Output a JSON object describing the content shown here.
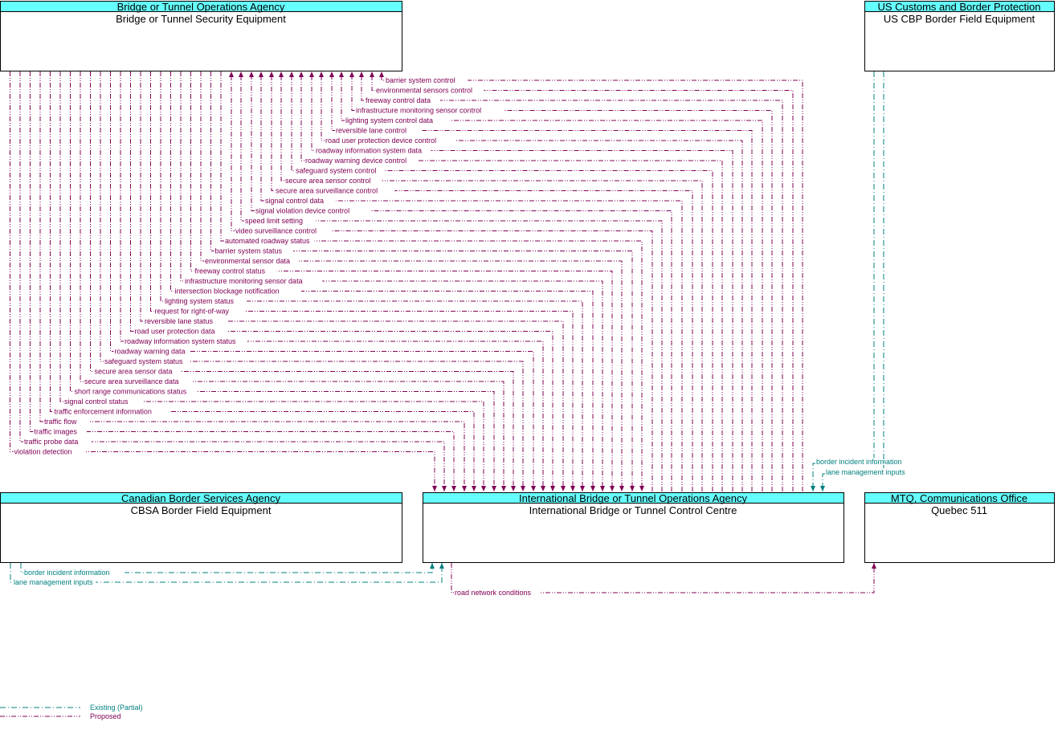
{
  "colors": {
    "header_fill": "#66ffff",
    "proposed": "#800055",
    "existing": "#007f7f",
    "border": "#000000"
  },
  "nodes": {
    "bridge_security": {
      "agency": "Bridge or Tunnel Operations Agency",
      "name": "Bridge or Tunnel Security Equipment"
    },
    "us_cbp": {
      "agency": "US Customs and Border Protection",
      "name": "US CBP Border Field Equipment"
    },
    "cbsa": {
      "agency": "Canadian Border Services Agency",
      "name": "CBSA Border Field Equipment"
    },
    "control_centre": {
      "agency": "International Bridge or Tunnel Operations Agency",
      "name": "International Bridge or Tunnel Control Centre"
    },
    "quebec511": {
      "agency": "MTQ, Communications Office",
      "name": "Quebec 511"
    }
  },
  "flows_to_security": [
    "barrier system control",
    "environmental sensors control",
    "freeway control data",
    "infrastructure monitoring sensor control",
    "lighting system control data",
    "reversible lane control",
    "road user protection device control",
    "roadway information system data",
    "roadway warning device control",
    "safeguard system control",
    "secure area sensor control",
    "secure area surveillance control",
    "signal control data",
    "signal violation device control",
    "speed limit setting",
    "video surveillance control"
  ],
  "flows_from_security": [
    "automated roadway status",
    "barrier system status",
    "environmental sensor data",
    "freeway control status",
    "infrastructure monitoring sensor data",
    "intersection blockage notification",
    "lighting system status",
    "request for right-of-way",
    "reversible lane status",
    "road user protection data",
    "roadway information system status",
    "roadway warning data",
    "safeguard system status",
    "secure area sensor data",
    "secure area surveillance data",
    "short range communications status",
    "signal control status",
    "traffic enforcement information",
    "traffic flow",
    "traffic images",
    "traffic probe data",
    "violation detection"
  ],
  "flows_cbp": [
    "border incident information",
    "lane management inputs"
  ],
  "flows_cbsa": [
    "border incident information",
    "lane management inputs"
  ],
  "flow_quebec": "road network conditions",
  "legend": {
    "existing": "Existing (Partial)",
    "proposed": "Proposed"
  }
}
